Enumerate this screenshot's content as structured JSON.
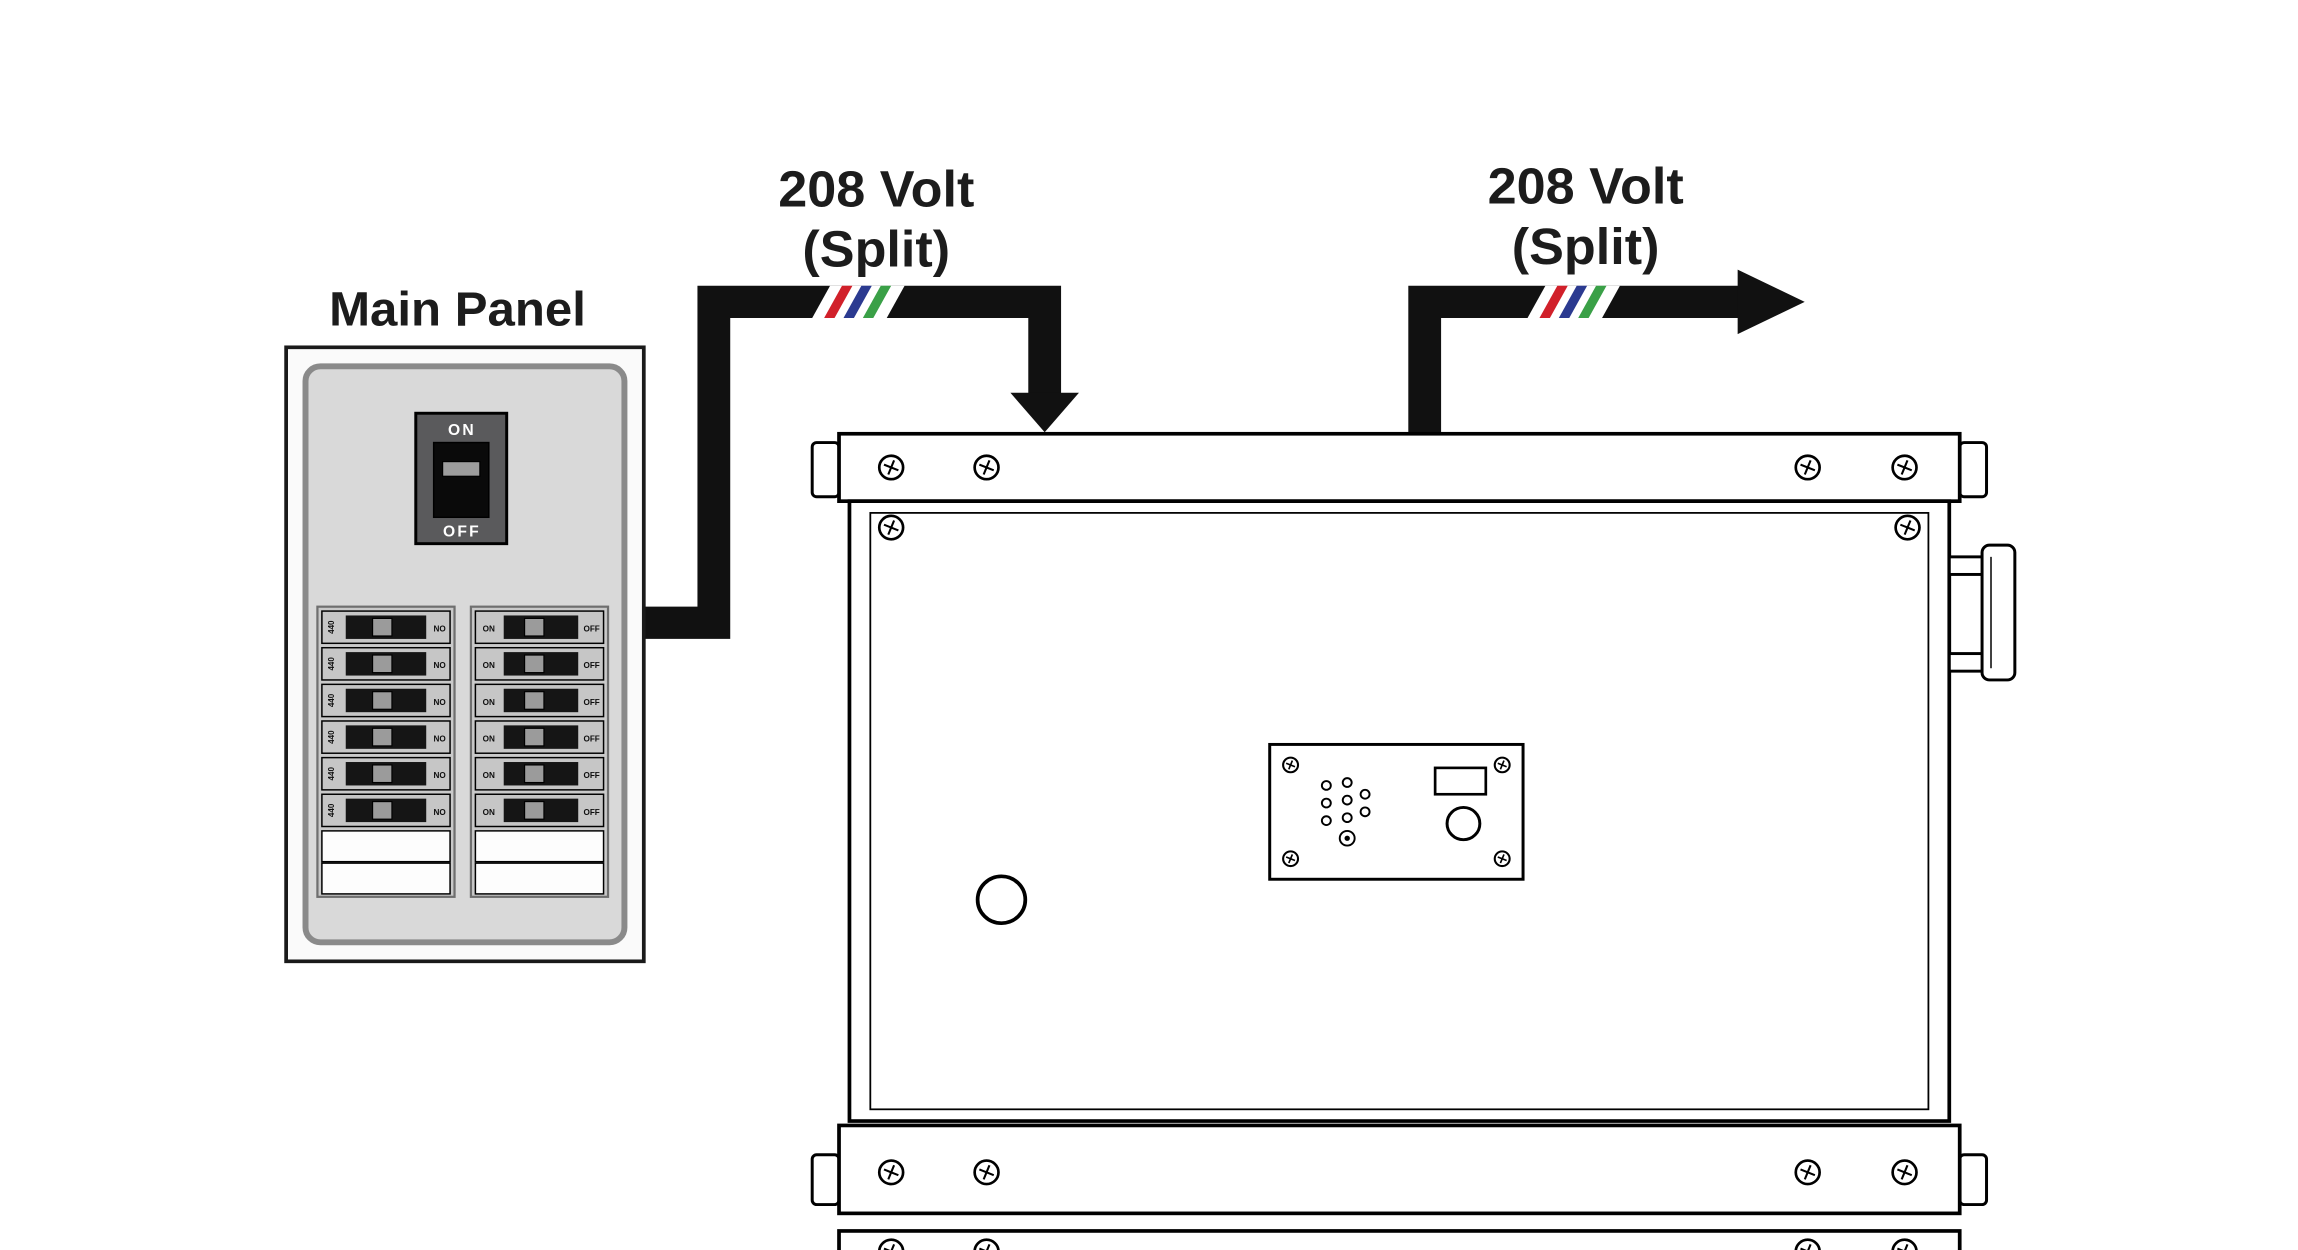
{
  "labels": {
    "main_panel": "Main Panel",
    "left_cable": {
      "volts": "208 Volt",
      "split": "(Split)"
    },
    "right_cable": {
      "volts": "208 Volt",
      "split": "(Split)"
    }
  },
  "breaker_panel": {
    "main_switch": {
      "on_label": "ON",
      "off_label": "OFF"
    },
    "left_column": {
      "amp_label": "440",
      "side_label": "NO"
    },
    "right_column": {
      "on_label": "ON",
      "off_label": "OFF"
    }
  },
  "colors": {
    "cable_black": "#111111",
    "stripe_red": "#d1202a",
    "stripe_blue": "#2b3a90",
    "stripe_green": "#3aa047"
  }
}
